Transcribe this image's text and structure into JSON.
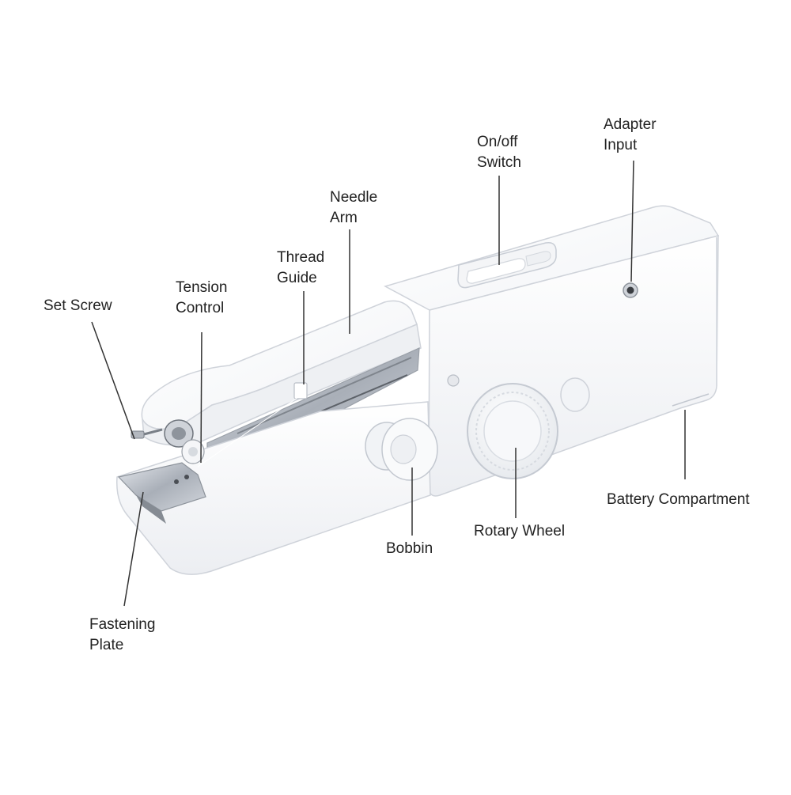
{
  "diagram": {
    "labels": {
      "adapter_input": [
        "Adapter",
        "Input"
      ],
      "on_off_switch": [
        "On/off",
        "Switch"
      ],
      "needle_arm": [
        "Needle",
        "Arm"
      ],
      "thread_guide": [
        "Thread",
        "Guide"
      ],
      "tension_control": [
        "Tension",
        "Control"
      ],
      "set_screw": [
        "Set Screw"
      ],
      "battery_compartment": [
        "Battery Compartment"
      ],
      "rotary_wheel": [
        "Rotary Wheel"
      ],
      "bobbin": [
        "Bobbin"
      ],
      "fastening_plate": [
        "Fastening",
        "Plate"
      ]
    },
    "colors": {
      "body": "#f6f7f9",
      "outline": "#c9ced6",
      "metal": "#b9bec6",
      "leader_line": "#333333",
      "text": "#222222"
    }
  }
}
